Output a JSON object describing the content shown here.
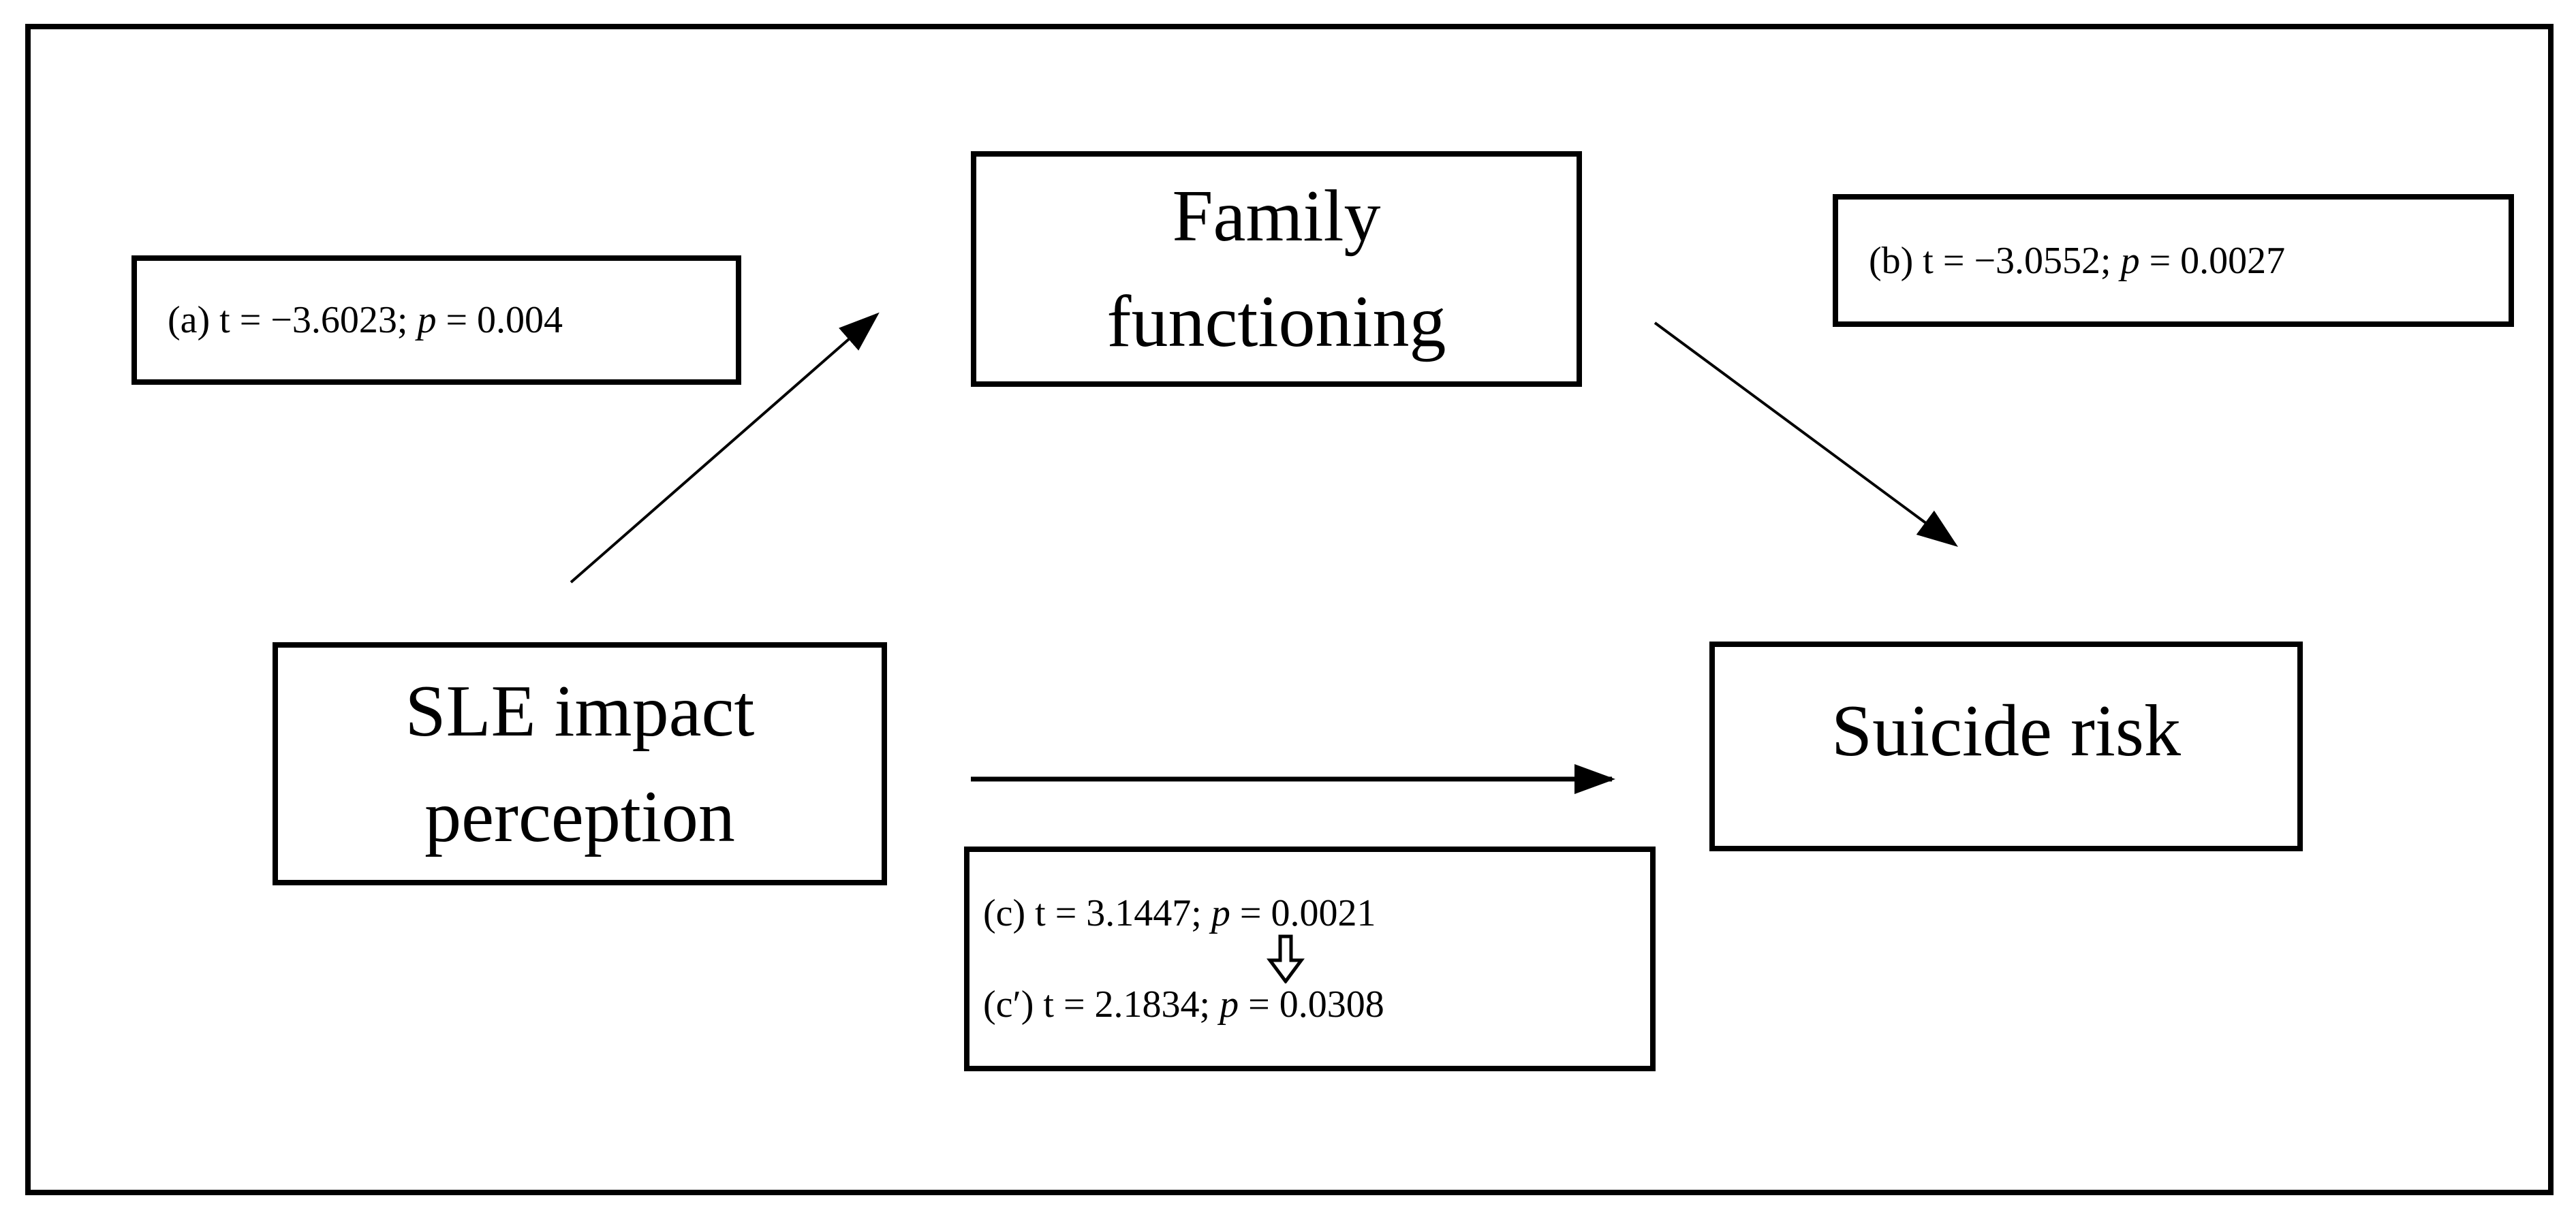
{
  "diagram": {
    "nodes": {
      "family_functioning": {
        "lines": [
          "Family",
          "functioning"
        ]
      },
      "sle_impact": {
        "lines": [
          "SLE impact",
          "perception"
        ]
      },
      "suicide_risk": {
        "lines": [
          "Suicide risk"
        ]
      }
    },
    "stats": {
      "a": {
        "pre": "(a) t = −3.6023; ",
        "p": "p",
        "post": " = 0.004"
      },
      "b": {
        "pre": "(b) t = −3.0552; ",
        "p": "p",
        "post": " = 0.0027"
      },
      "c": {
        "pre": "(c) t = 3.1447; ",
        "p": "p",
        "post": " = 0.0021"
      },
      "c_prime": {
        "pre": "(c′) t = 2.1834; ",
        "p": "p",
        "post": " = 0.0308"
      }
    },
    "icons": {
      "hollow_down_arrow": "hollow-down-arrow"
    },
    "colors": {
      "line": "#000000",
      "background": "#ffffff",
      "text": "#000000"
    }
  }
}
